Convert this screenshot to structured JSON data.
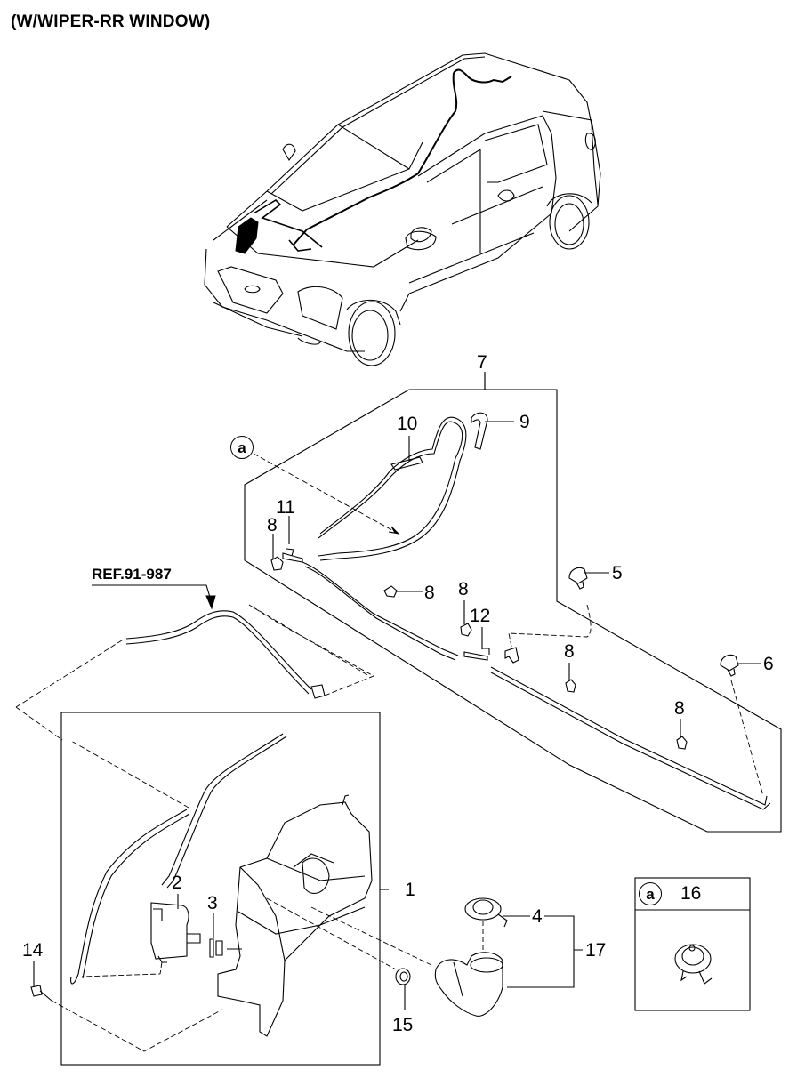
{
  "diagram": {
    "title": "(W/WIPER-RR WINDOW)",
    "reference": "REF.91-987",
    "detail_marker": "a",
    "inset": {
      "marker": "a",
      "part_number": "16"
    },
    "callouts": [
      {
        "id": "1",
        "label": "1",
        "part": "washer-reservoir"
      },
      {
        "id": "2",
        "label": "2",
        "part": "washer-pump"
      },
      {
        "id": "3",
        "label": "3",
        "part": "pump-grommet"
      },
      {
        "id": "4",
        "label": "4",
        "part": "filler-cap"
      },
      {
        "id": "5",
        "label": "5",
        "part": "front-washer-nozzle"
      },
      {
        "id": "6",
        "label": "6",
        "part": "front-washer-nozzle"
      },
      {
        "id": "7",
        "label": "7",
        "part": "washer-hose-assembly"
      },
      {
        "id": "8a",
        "label": "8",
        "part": "hose-clip"
      },
      {
        "id": "8b",
        "label": "8",
        "part": "hose-clip"
      },
      {
        "id": "8c",
        "label": "8",
        "part": "hose-clip"
      },
      {
        "id": "8d",
        "label": "8",
        "part": "hose-clip"
      },
      {
        "id": "8e",
        "label": "8",
        "part": "hose-clip"
      },
      {
        "id": "9",
        "label": "9",
        "part": "hose-elbow"
      },
      {
        "id": "10",
        "label": "10",
        "part": "hose-connector"
      },
      {
        "id": "11",
        "label": "11",
        "part": "check-valve"
      },
      {
        "id": "12",
        "label": "12",
        "part": "t-joint"
      },
      {
        "id": "14",
        "label": "14",
        "part": "bolt"
      },
      {
        "id": "15",
        "label": "15",
        "part": "nut"
      },
      {
        "id": "17",
        "label": "17",
        "part": "filler-neck-assembly"
      }
    ]
  }
}
